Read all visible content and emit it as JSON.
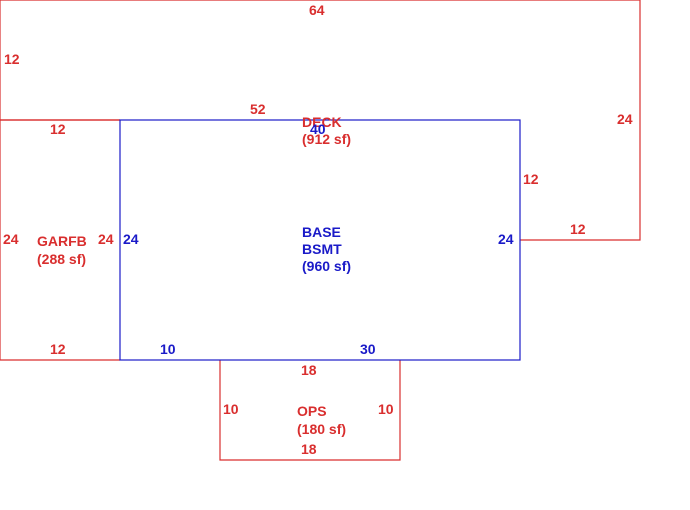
{
  "colors": {
    "red": "#d92e2e",
    "blue": "#1a1ac8",
    "background": "#ffffff"
  },
  "deck": {
    "name": "DECK",
    "area": "(912 sf)",
    "dims": {
      "top": "64",
      "left": "12",
      "right": "24",
      "inner_top": "52",
      "inner_left": "12",
      "inner_right": "12",
      "bottom_right": "12"
    }
  },
  "garage": {
    "name": "GARFB",
    "area": "(288 sf)",
    "dims": {
      "left": "24",
      "right": "24",
      "top": "12",
      "bottom": "12"
    }
  },
  "basement": {
    "name_line1": "BASE",
    "name_line2": "BSMT",
    "area": "(960 sf)",
    "dims": {
      "top": "40",
      "left": "24",
      "right": "24",
      "bottom_left": "10",
      "bottom_right": "30"
    }
  },
  "ops": {
    "name": "OPS",
    "area": "(180 sf)",
    "dims": {
      "top": "18",
      "bottom": "18",
      "left": "10",
      "right": "10"
    }
  }
}
